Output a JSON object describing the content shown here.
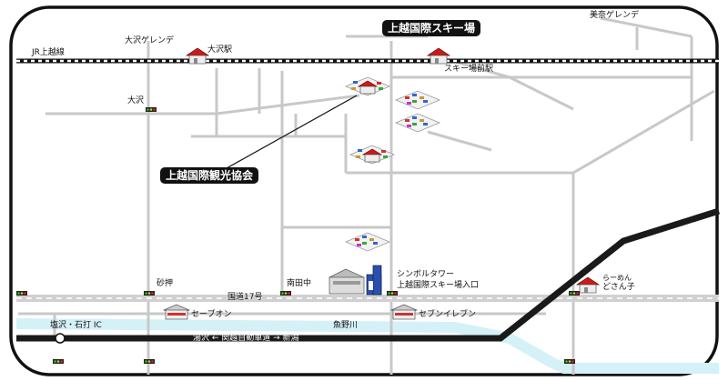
{
  "titles": {
    "ski_resort": "上越国際スキー場",
    "tourism_assoc": "上越国際観光協会"
  },
  "labels": {
    "jr_line": "JR上越線",
    "osawa_gelande": "大沢ゲレンデ",
    "osawa_station": "大沢駅",
    "ski_station": "スキー場前駅",
    "misawa_gelande": "美奈ゲレンデ",
    "osawa": "大沢",
    "sunaoshi": "砂押",
    "minamidanaka": "南田中",
    "route17": "国道17号",
    "symbol_tower": "シンボルタワー",
    "ski_entrance": "上越国際スキー場入口",
    "ramen": "らーめん",
    "ramen_shop": "どさん子",
    "shiozawa_ic": "塩沢・石打 IC",
    "save_on": "セーブオン",
    "seven_eleven": "セブンイレブン",
    "uonogawa": "魚野川",
    "expressway": "湯沢 ← 関越自動車道 → 新潟"
  },
  "colors": {
    "road": "#c8c8c8",
    "river": "#d4f1f7",
    "expressway": "#1a1a1a",
    "house_roof": "#cc1a1a",
    "title_bg": "#111111"
  },
  "icons": [
    "traffic-light-icon",
    "station-house-icon",
    "hotel-icon",
    "parking-lot-icon",
    "tower-icon",
    "convenience-store-icon",
    "ic-marker-icon"
  ]
}
